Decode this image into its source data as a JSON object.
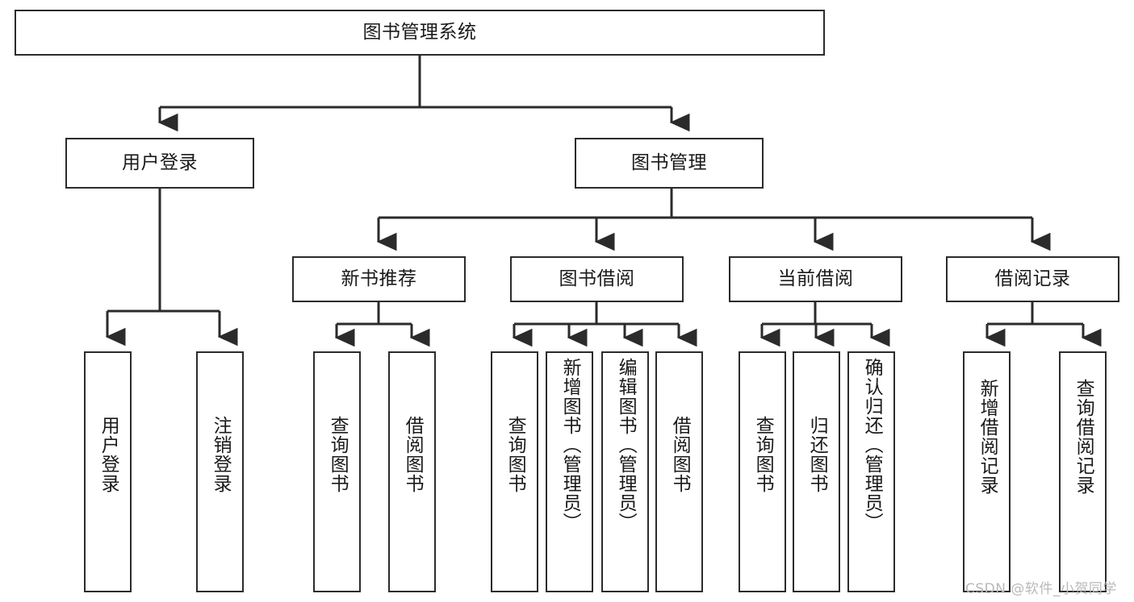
{
  "diagram": {
    "type": "tree-hierarchy",
    "title": "图书管理系统",
    "orientation": "top-down",
    "colors": {
      "box_border": "#2b2b2b",
      "box_fill": "#ffffff",
      "connector": "#2b2b2b",
      "text": "#1a1a1a",
      "watermark": "#b9b9b9"
    }
  },
  "nodes": {
    "root": {
      "label": "图书管理系统"
    },
    "level2": [
      {
        "id": "user-login",
        "label": "用户登录"
      },
      {
        "id": "book-manage",
        "label": "图书管理"
      }
    ],
    "level3": [
      {
        "id": "new-book-recommend",
        "label": "新书推荐"
      },
      {
        "id": "book-borrow",
        "label": "图书借阅"
      },
      {
        "id": "current-borrow",
        "label": "当前借阅"
      },
      {
        "id": "borrow-record",
        "label": "借阅记录"
      }
    ],
    "leaves": {
      "user-login": [
        {
          "id": "leaf-user-login",
          "label": "用户登录"
        },
        {
          "id": "leaf-logout-login",
          "label": "注销登录"
        }
      ],
      "new-book-recommend": [
        {
          "id": "leaf-query-book-1",
          "label": "查询图书"
        },
        {
          "id": "leaf-borrow-book-1",
          "label": "借阅图书"
        }
      ],
      "book-borrow": [
        {
          "id": "leaf-query-book-2",
          "label": "查询图书"
        },
        {
          "id": "leaf-add-book",
          "label": "新增图书（管理员）"
        },
        {
          "id": "leaf-edit-book",
          "label": "编辑图书（管理员）"
        },
        {
          "id": "leaf-borrow-book-2",
          "label": "借阅图书"
        }
      ],
      "current-borrow": [
        {
          "id": "leaf-query-book-3",
          "label": "查询图书"
        },
        {
          "id": "leaf-return-book",
          "label": "归还图书"
        },
        {
          "id": "leaf-confirm-return",
          "label": "确认归还（管理员）"
        }
      ],
      "borrow-record": [
        {
          "id": "leaf-add-record",
          "label": "新增借阅记录"
        },
        {
          "id": "leaf-query-record",
          "label": "查询借阅记录"
        }
      ]
    }
  },
  "watermark": {
    "text": "CSDN @软件_小贺同学"
  }
}
